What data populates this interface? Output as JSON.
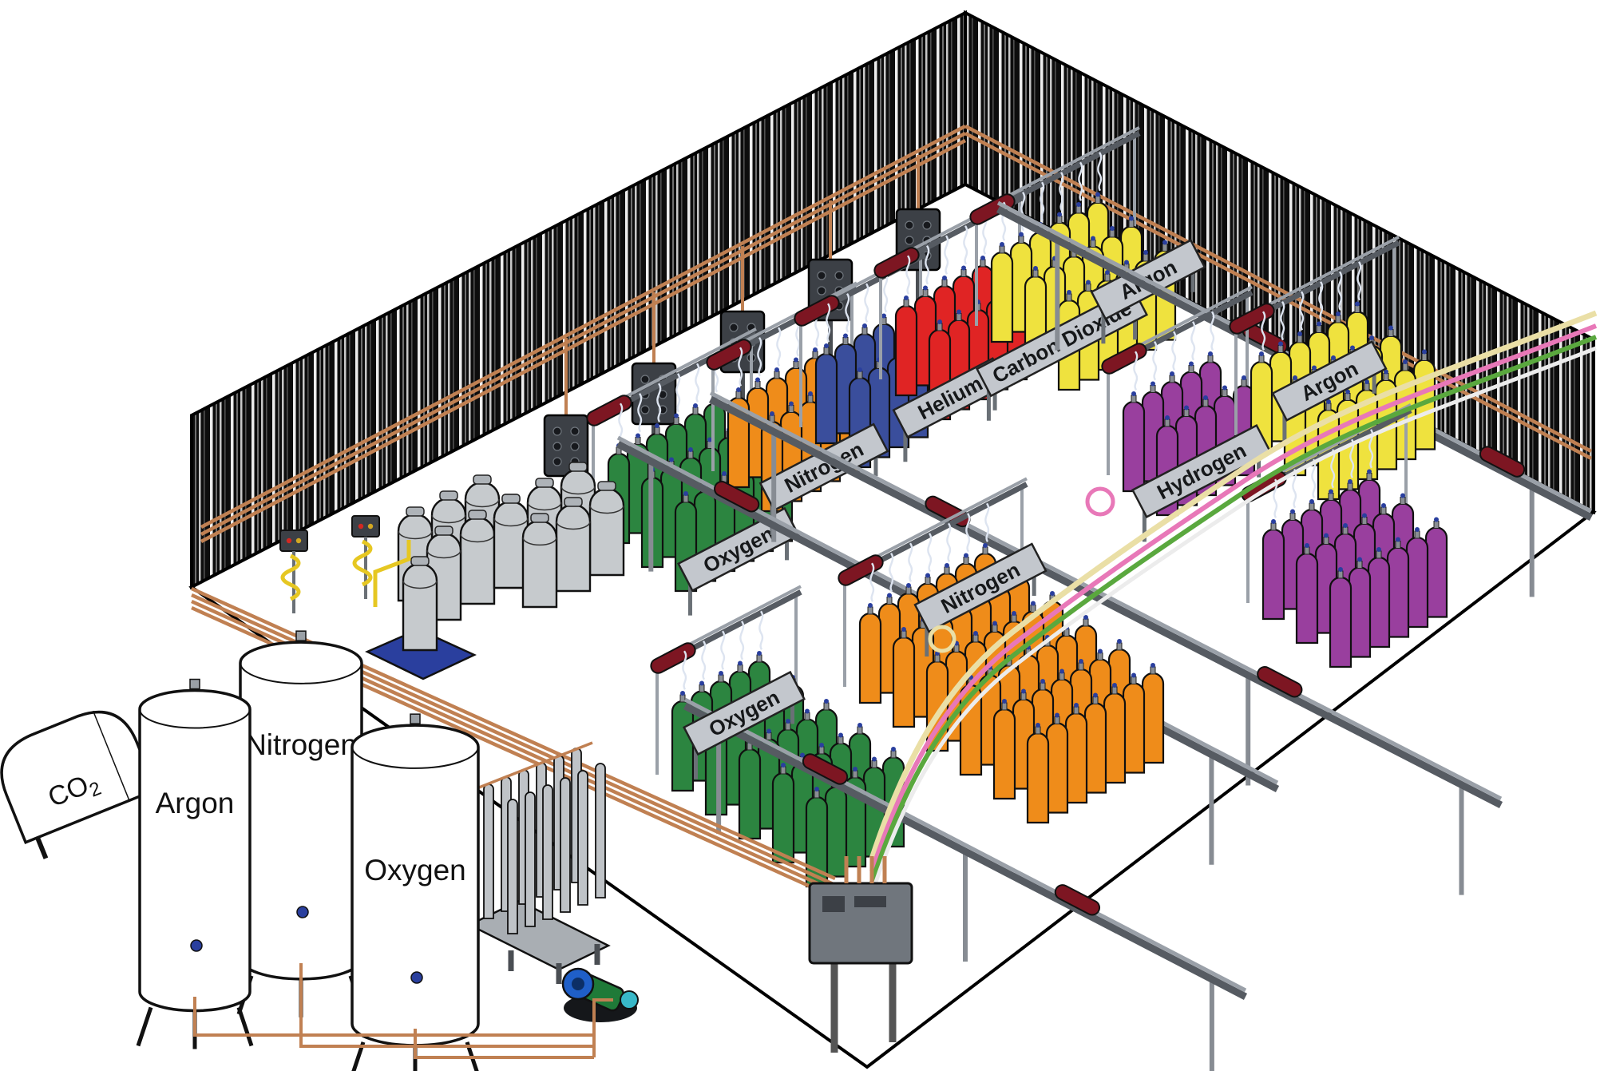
{
  "description": "Isometric cutaway illustration of an industrial gas cylinder filling plant with bulk storage tanks, wall control panels, manifold racks and color-coded gas cylinder banks",
  "colors": {
    "outline": "#111111",
    "wall": "#0d0d0d",
    "floor": "#ffffff",
    "copper": "#c08052",
    "rail": "#9aa0a8",
    "rail_dark": "#565b62",
    "plate": "#c3c7cd",
    "plate_text": "#16181a",
    "pod": "#7d1622",
    "panel": "#3c4046",
    "post": "#4a4e53",
    "tank_white": "#ffffff",
    "dewar": "#c6cacd",
    "tube": "#bfc3c7",
    "scale_blue": "#2a3f9e",
    "valve_blue": "#2a3f9e",
    "hose_cream": "#eadfa6",
    "hose_pink": "#e878b8",
    "hose_green": "#5aa83e",
    "hose_white": "#ececec",
    "hose_light": "#dde4f0",
    "pump_green": "#1f7a38",
    "pump_blue": "#1f5fc8",
    "yellow_hose": "#e6c722"
  },
  "gas_colors": {
    "oxygen_green": "#2c8540",
    "nitrogen_orange": "#ef8c1a",
    "nitrogen_blue": "#3a4e9c",
    "helium_red": "#e02424",
    "co2_yellow": "#efe23e",
    "hydrogen_purple": "#993f9e",
    "dewar_gray": "#c6cacd"
  },
  "rack_labels": [
    "Oxygen",
    "Nitrogen",
    "Helium",
    "Carbon Dioxide",
    "Argon",
    "Hydrogen",
    "Argon",
    "Nitrogen",
    "Oxygen"
  ],
  "tanks": [
    {
      "id": "co2-tank",
      "label_main": "CO",
      "label_sub": "2"
    },
    {
      "id": "argon-tank",
      "label": "Argon"
    },
    {
      "id": "nitrogen-tank",
      "label": "Nitrogen"
    },
    {
      "id": "oxygen-tank",
      "label": "Oxygen"
    }
  ],
  "cylinder_banks": [
    {
      "id": "oxygen-back",
      "gas": "Oxygen",
      "color": "oxygen_green",
      "cols": 6,
      "rows": 3
    },
    {
      "id": "nitrogen-orange-back",
      "gas": "Nitrogen",
      "color": "nitrogen_orange",
      "cols": 5,
      "rows": 2
    },
    {
      "id": "nitrogen-blue",
      "gas": "Nitrogen",
      "color": "nitrogen_blue",
      "cols": 4,
      "rows": 2
    },
    {
      "id": "helium",
      "gas": "Helium",
      "color": "helium_red",
      "cols": 5,
      "rows": 2
    },
    {
      "id": "carbon-dioxide",
      "gas": "Carbon Dioxide",
      "color": "co2_yellow",
      "cols": 6,
      "rows": 3
    },
    {
      "id": "hydrogen",
      "gas": "Hydrogen",
      "color": "hydrogen_purple",
      "cols": 5,
      "rows": 2
    },
    {
      "id": "argon-right",
      "gas": "Argon",
      "color": "co2_yellow",
      "cols": 6,
      "rows": 3
    },
    {
      "id": "purple-front",
      "gas": "Hydrogen",
      "color": "hydrogen_purple",
      "cols": 6,
      "rows": 3
    },
    {
      "id": "nitrogen-front",
      "gas": "Nitrogen",
      "color": "nitrogen_orange",
      "cols": 7,
      "rows": 6
    },
    {
      "id": "oxygen-front",
      "gas": "Oxygen",
      "color": "oxygen_green",
      "cols": 5,
      "rows": 5
    }
  ],
  "equipment": {
    "dewar_count": 13,
    "tube_bundle_count": 12,
    "wall_panel_count": 5
  }
}
